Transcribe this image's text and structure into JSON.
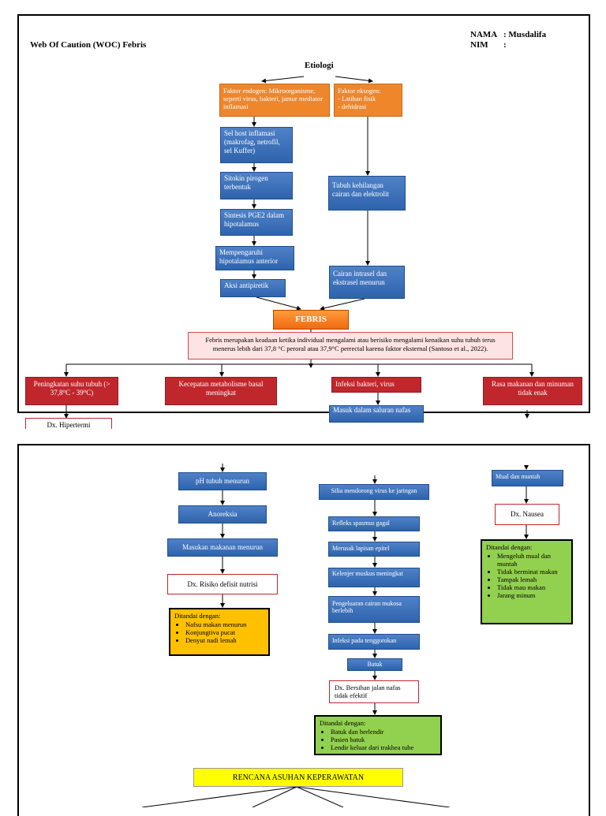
{
  "header": {
    "title": "Web Of Caution (WOC) Febris",
    "nama_label": "NAMA",
    "nama_value": ": Musdalifa",
    "nim_label": "NIM",
    "nim_value": ":"
  },
  "page1": {
    "etiologi": "Etiologi",
    "endogen": "Faktor endogen: Mikroorganisme, seperti virus, bakteri, jamur mediator inflamasi",
    "eksogen_title": "Faktor eksogen:",
    "eksogen_items": [
      "Latihan fisik",
      "dehidrasi"
    ],
    "left_chain": [
      "Sel host inflamasi (makrofag, netrofil, sel Kuffer)",
      "Sitokin pirogen terbentuk",
      "Sintesis PGE2 dalam hipotalamus",
      "Mempengaruhi hipotalamus anterior",
      "Aksi antipiretik"
    ],
    "right_chain": [
      "Tubuh kehilangan cairan dan elektrolit",
      "Cairan intrasel dan ekstrasel menurun"
    ],
    "febris": "FEBRIS",
    "definition": "Febris merupakan keadaan ketika individual mengalami atau berisiko mengalami kenaikan suhu tubuh terus menerus lebih dari 37,8 °C peroral atau 37,9°C perrectal karena faktor eksternal (Santoso et al., 2022).",
    "branches": [
      "Peningkatan suhu tubuh (> 37,8⁰C - 39⁰C)",
      "Kecepatan metabolisme basal meningkat",
      "Infeksi bakteri, virus",
      "Rasa makanan dan minuman tidak enak"
    ],
    "cut_box": "Masuk dalam saluran nafas",
    "dx_hipertermi": "Dx. Hipertermi"
  },
  "page2": {
    "left_chain": [
      "pH tubuh menurun",
      "Anoreksia",
      "Masukan makanan menurun"
    ],
    "dx_nutrisi": "Dx. Risiko defisit nutrisi",
    "nutrisi_title": "Ditandai dengan:",
    "nutrisi_items": [
      "Nafsu makan menurun",
      "Konjungtiva pucat",
      "Denyut nadi lemah"
    ],
    "mid_chain": [
      "Silia mendorong virus ke jaringan",
      "Refleks spasmus gagal",
      "Merusak lapisan epitel",
      "Kelenjer muskus meningkat",
      "Pengeluaran cairan mukosa berlebih",
      "Infeksi pada tenggorokan",
      "Batuk"
    ],
    "dx_jalan_nafas": "Dx. Bersihan jalan nafas tidak efektif",
    "jalan_nafas_title": "Ditandai dengan:",
    "jalan_nafas_items": [
      "Batuk dan berlendir",
      "Pasien batuk",
      "Lendir keluar dari trakhea tube"
    ],
    "mual": "Mual dan muntah",
    "dx_nausea": "Dx. Nausea",
    "nausea_title": "Ditandai dengan:",
    "nausea_items": [
      "Mengeluh mual dan muntah",
      "Tidak berminat makan",
      "Tampak lemah",
      "Tidak mau makan",
      "Jarang minum"
    ],
    "rencana": "RENCANA ASUHAN KEPERAWATAN"
  },
  "colors": {
    "blue": "#2e64ad",
    "orange": "#f0862a",
    "red": "#c0272d",
    "green": "#92d050",
    "amber": "#ffc000",
    "yellow": "#ffff00"
  }
}
